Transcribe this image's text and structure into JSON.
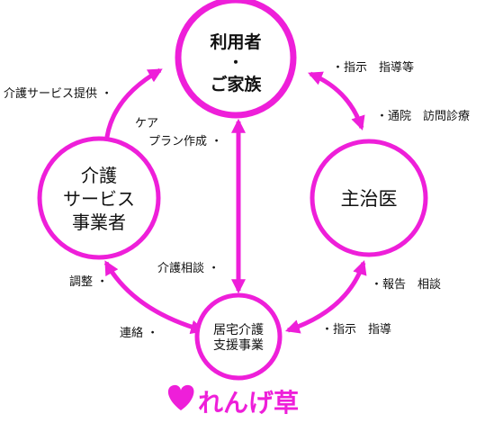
{
  "colors": {
    "accent": "#ee1fd9",
    "text": "#111111",
    "background": "#ffffff"
  },
  "nodes": {
    "user_family": {
      "line1": "利用者",
      "line2": "・",
      "line3": "ご家族"
    },
    "care_service": {
      "line1": "介護",
      "line2": "サービス",
      "line3": "事業者"
    },
    "doctor": {
      "line1": "主治医"
    },
    "care_support": {
      "line1": "居宅介護",
      "line2": "支援事業"
    }
  },
  "edge_labels": {
    "care_service_provision": "介護サービス提供 ・",
    "care_plan_line1": "ケア",
    "care_plan_line2": "プラン作成 ・",
    "instruction_guidance_top": "・指示　指導等",
    "visit_medical": "・通院　訪問診療",
    "care_consult": "介護相談 ・",
    "adjust": "調整 ・",
    "report_consult": "・報告　相談",
    "contact": "連絡 ・",
    "instruction_guidance_bottom": "・指示　指導"
  },
  "brand": {
    "name": "れんげ草",
    "logo_icon": "heart-icon"
  }
}
